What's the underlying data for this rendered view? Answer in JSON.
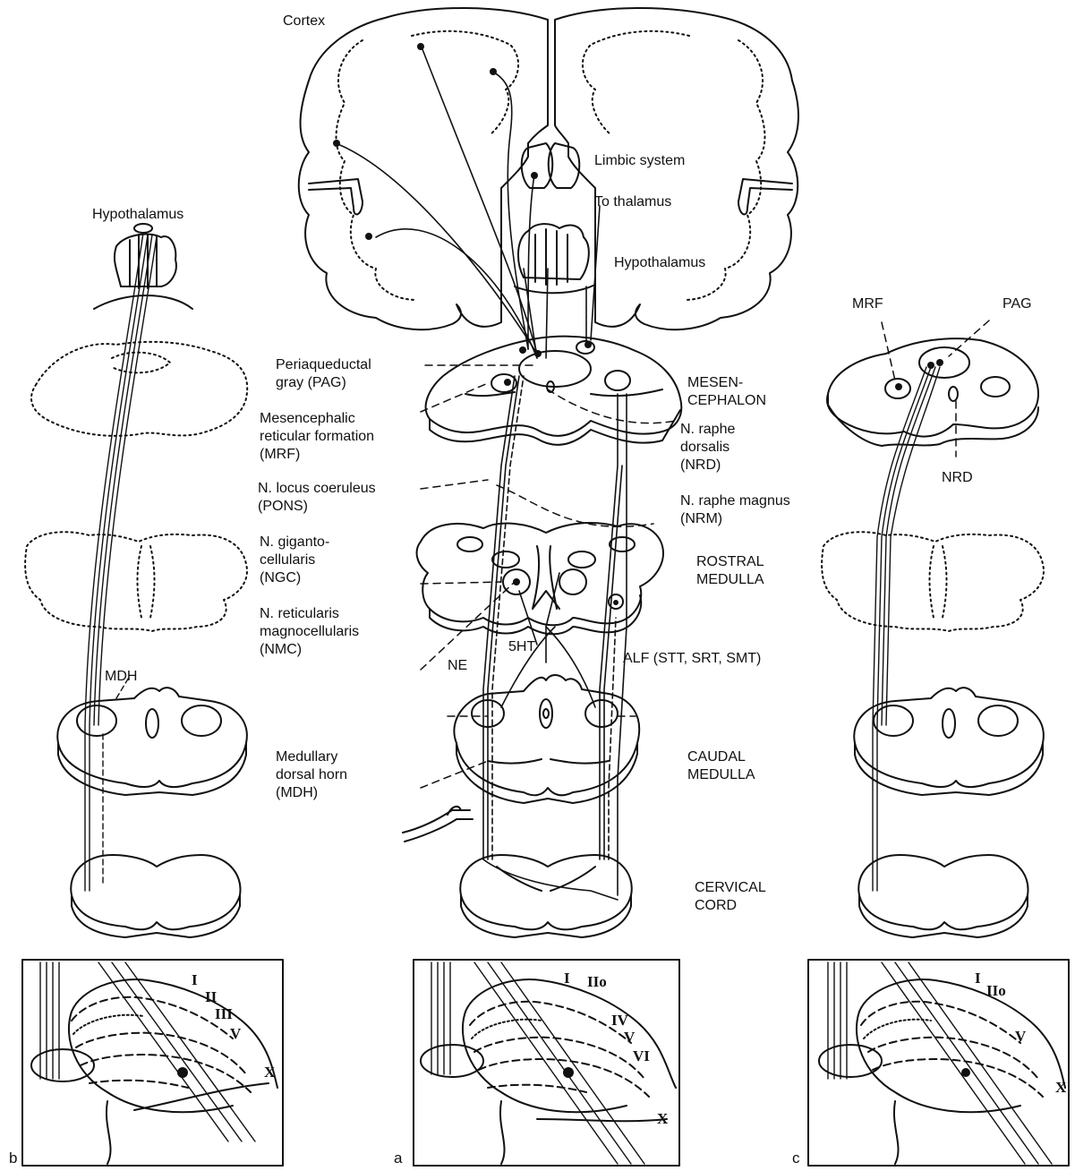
{
  "labels": {
    "cortex": "Cortex",
    "limbic": "Limbic system",
    "to_thalamus": "To thalamus",
    "hypothalamus_center": "Hypothalamus",
    "hypothalamus_left": "Hypothalamus",
    "pag": "Periaqueductal\ngray (PAG)",
    "mrf": "Mesencephalic\nreticular formation\n(MRF)",
    "locus": "N. locus coeruleus\n(PONS)",
    "ngc": "N. giganto-\ncellularis\n(NGC)",
    "nmc": "N. reticularis\nmagnocellularis\n(NMC)",
    "mdh_center": "Medullary\ndorsal horn\n(MDH)",
    "mesencephalon": "MESEN-\nCEPHALON",
    "nrd": "N. raphe\ndorsalis\n(NRD)",
    "nrm": "N. raphe magnus\n(NRM)",
    "rostral": "ROSTRAL\nMEDULLA",
    "caudal": "CAUDAL\nMEDULLA",
    "cervical": "CERVICAL\nCORD",
    "alf": "ALF (STT, SRT, SMT)",
    "ne": "NE",
    "ht5": "5HT",
    "mdh_left": "MDH",
    "mrf_right": "MRF",
    "pag_right": "PAG",
    "nrd_right": "NRD"
  },
  "panels": {
    "a": "a",
    "b": "b",
    "c": "c"
  },
  "laminae": {
    "b": [
      "I",
      "II",
      "III",
      "V",
      "X"
    ],
    "a": [
      "I",
      "IIo",
      "IV",
      "V",
      "VI",
      "X"
    ],
    "c": [
      "I",
      "IIo",
      "V",
      "X"
    ]
  }
}
